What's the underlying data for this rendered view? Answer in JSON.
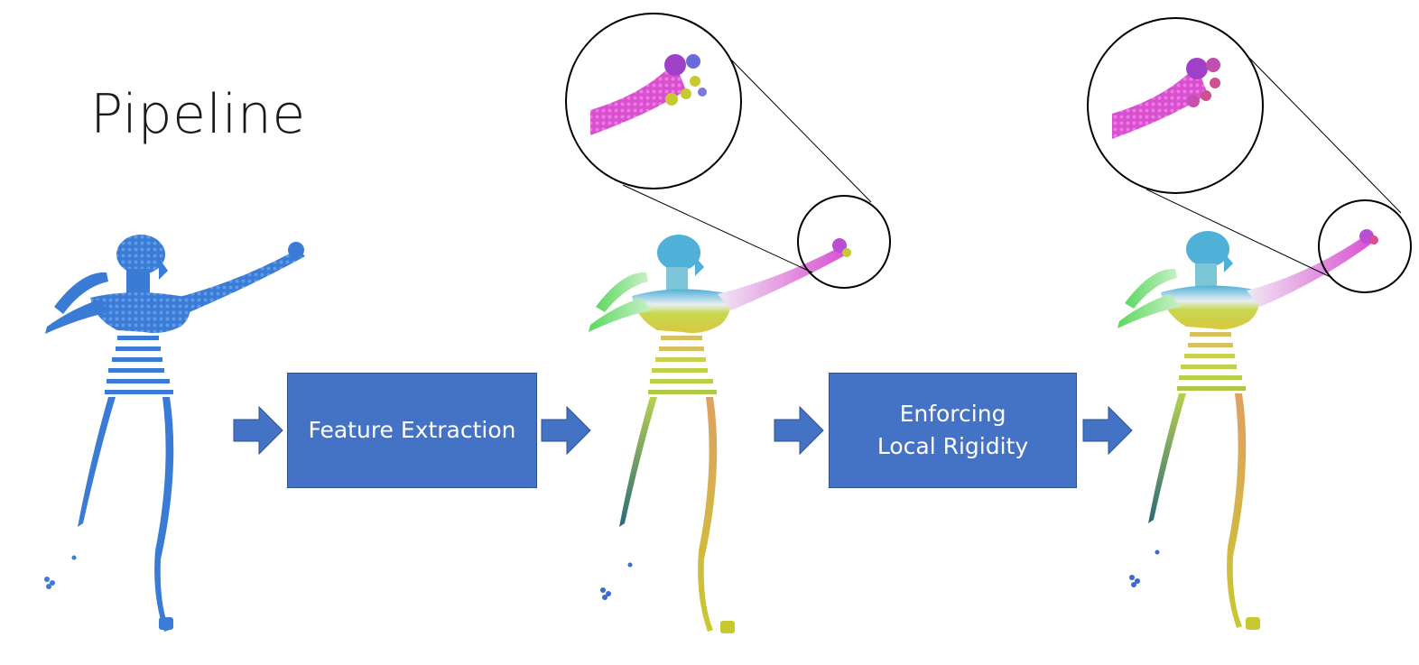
{
  "title": "Pipeline",
  "steps": [
    {
      "label": "Feature Extraction"
    },
    {
      "line1": "Enforcing",
      "line2": "Local Rigidity"
    }
  ],
  "colors": {
    "box_fill": "#4472c4",
    "box_border": "#2f528f",
    "arrow_fill": "#4472c4",
    "input_cloud": "#3a7bd5"
  }
}
